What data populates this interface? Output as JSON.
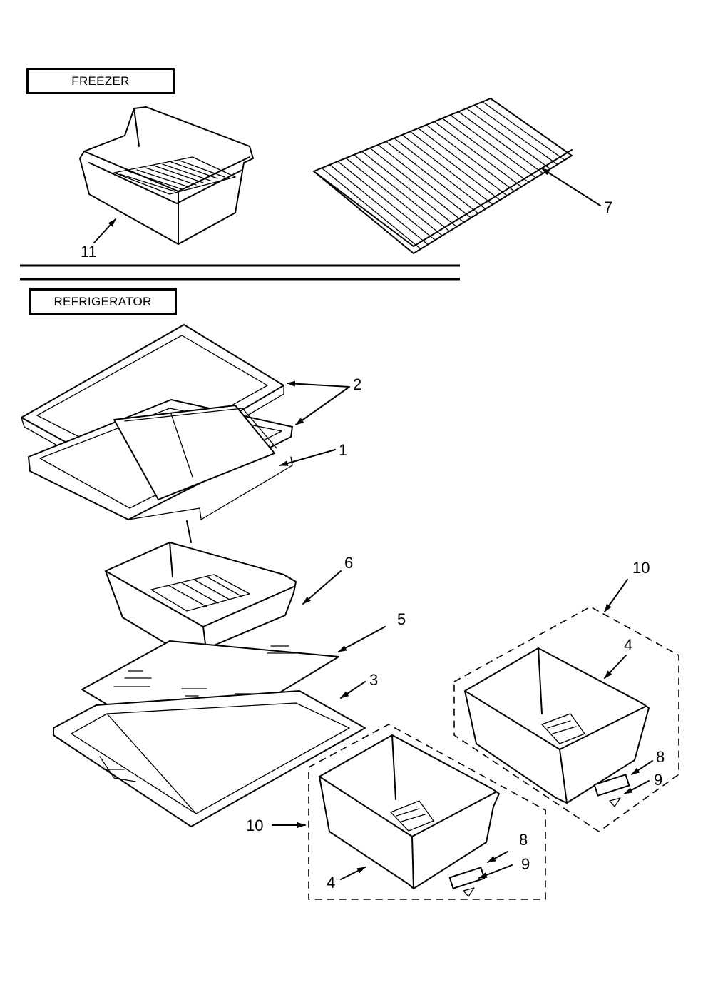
{
  "sections": {
    "freezer_label": "FREEZER",
    "refrigerator_label": "REFRIGERATOR"
  },
  "callouts": {
    "basket_freezer": "11",
    "wire_shelf": "7",
    "shelf_frames": "2",
    "shelf_glass_top": "1",
    "meat_drawer": "6",
    "crisper_glass": "5",
    "crisper_frame": "3",
    "crisper_assembly_right": "10",
    "crisper_pan_right": "4",
    "slide_right": "8",
    "screw_right": "9",
    "crisper_assembly_left": "10",
    "crisper_pan_left": "4",
    "slide_left": "8",
    "screw_left": "9"
  }
}
